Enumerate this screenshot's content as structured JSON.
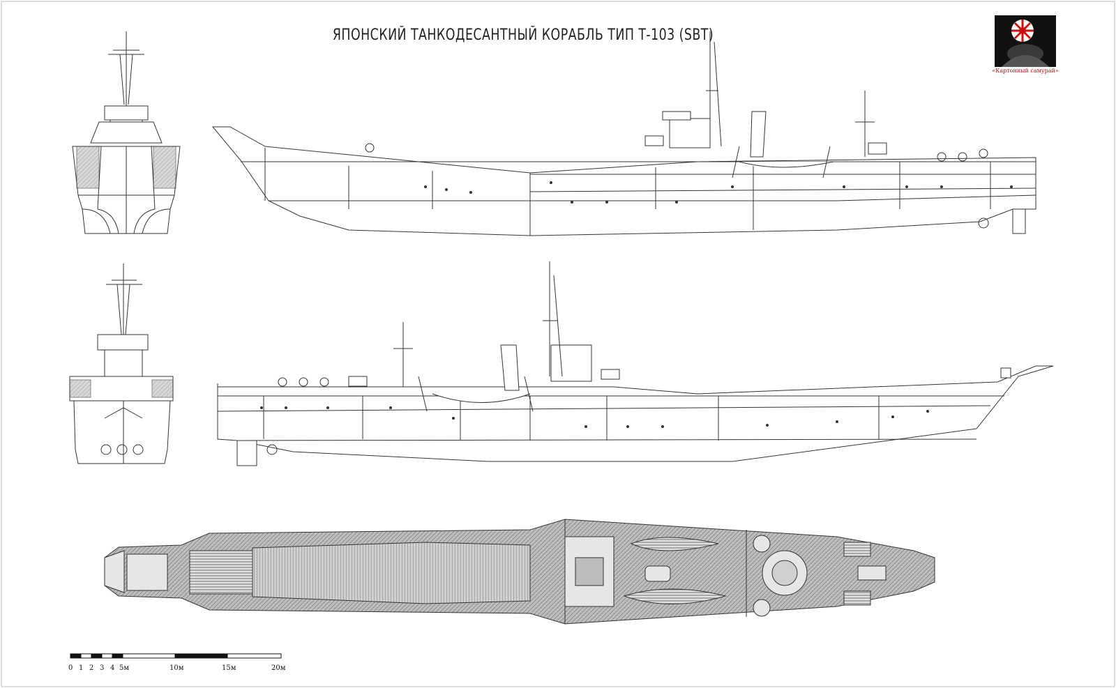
{
  "sheet": {
    "title": "ЯПОНСКИЙ ТАНКОДЕСАНТНЫЙ КОРАБЛЬ ТИП Т-103 (SBT)",
    "logo": {
      "caption": "«Картонный самурай»",
      "icon": "rising-sun-samurai-logo",
      "accent": "#cc1111"
    },
    "views": [
      "front-view-top",
      "starboard-profile",
      "rear-view",
      "port-profile",
      "deck-plan"
    ],
    "scale_bar": {
      "labels": [
        "0",
        "1",
        "2",
        "3",
        "4",
        "5м",
        "10м",
        "15м",
        "20м"
      ]
    },
    "colors": {
      "line": "#333333",
      "deck_fill": "#bdbdbd",
      "hull_fill": "#ffffff"
    }
  }
}
